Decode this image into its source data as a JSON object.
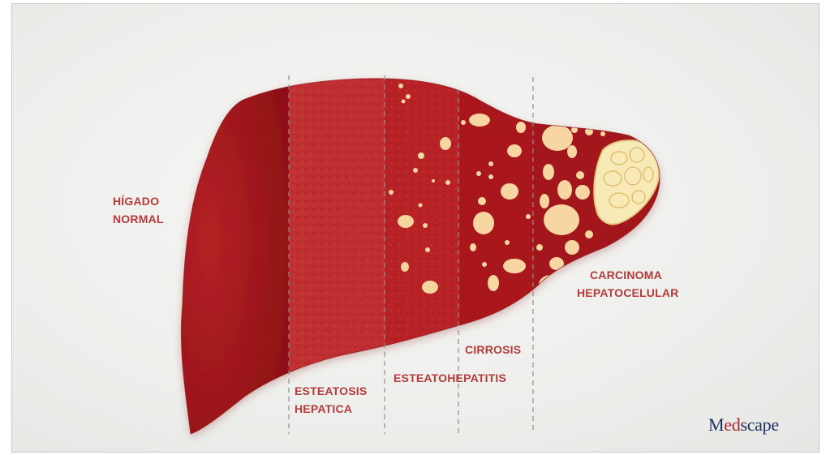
{
  "stages": [
    {
      "id": "normal",
      "lines": [
        "HÍGADO",
        "NORMAL"
      ]
    },
    {
      "id": "steatosis",
      "lines": [
        "ESTEATOSIS",
        "HEPATICA"
      ]
    },
    {
      "id": "steatohepatitis",
      "lines": [
        "ESTEATOHEPATITIS"
      ]
    },
    {
      "id": "cirrhosis",
      "lines": [
        "CIRROSIS"
      ]
    },
    {
      "id": "hcc",
      "lines": [
        "CARCINOMA",
        "HEPATOCELULAR"
      ]
    }
  ],
  "brand": {
    "prefix": "M",
    "accent": "ed",
    "suffix": "scape"
  },
  "colors": {
    "liver_dark": "#9b1416",
    "liver_mid": "#b92a2c",
    "fat_nodule": "#f7d9a6",
    "tumor": "#f8ecb9",
    "label": "#b53a3a",
    "brand_blue": "#1c2f5e",
    "brand_red": "#b3272e"
  }
}
